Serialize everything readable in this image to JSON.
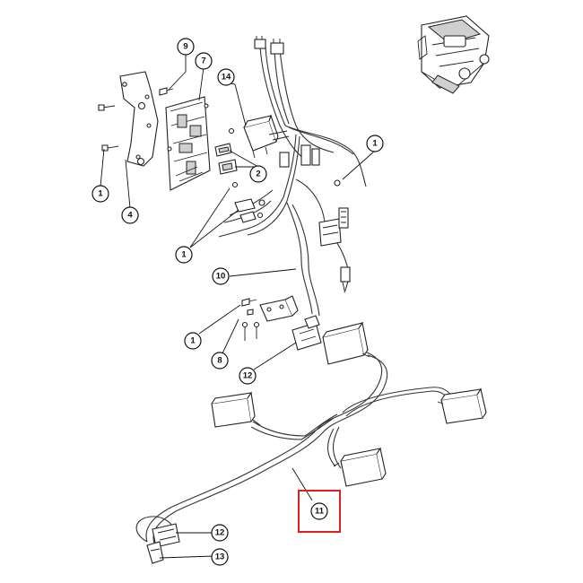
{
  "callouts": [
    {
      "id": "c9",
      "label": "9"
    },
    {
      "id": "c7",
      "label": "7"
    },
    {
      "id": "c14",
      "label": "14"
    },
    {
      "id": "c1a",
      "label": "1"
    },
    {
      "id": "c2",
      "label": "2"
    },
    {
      "id": "c1b",
      "label": "1"
    },
    {
      "id": "c4",
      "label": "4"
    },
    {
      "id": "c1c",
      "label": "1"
    },
    {
      "id": "c10",
      "label": "10"
    },
    {
      "id": "c1d",
      "label": "1"
    },
    {
      "id": "c8",
      "label": "8"
    },
    {
      "id": "c12a",
      "label": "12"
    },
    {
      "id": "c11",
      "label": "11"
    },
    {
      "id": "c12b",
      "label": "12"
    },
    {
      "id": "c13",
      "label": "13"
    }
  ],
  "highlight": {
    "part": "11",
    "color": "#e02020"
  },
  "icons": {
    "machine_thumbnail": "floor-scrubber-machine-icon"
  }
}
